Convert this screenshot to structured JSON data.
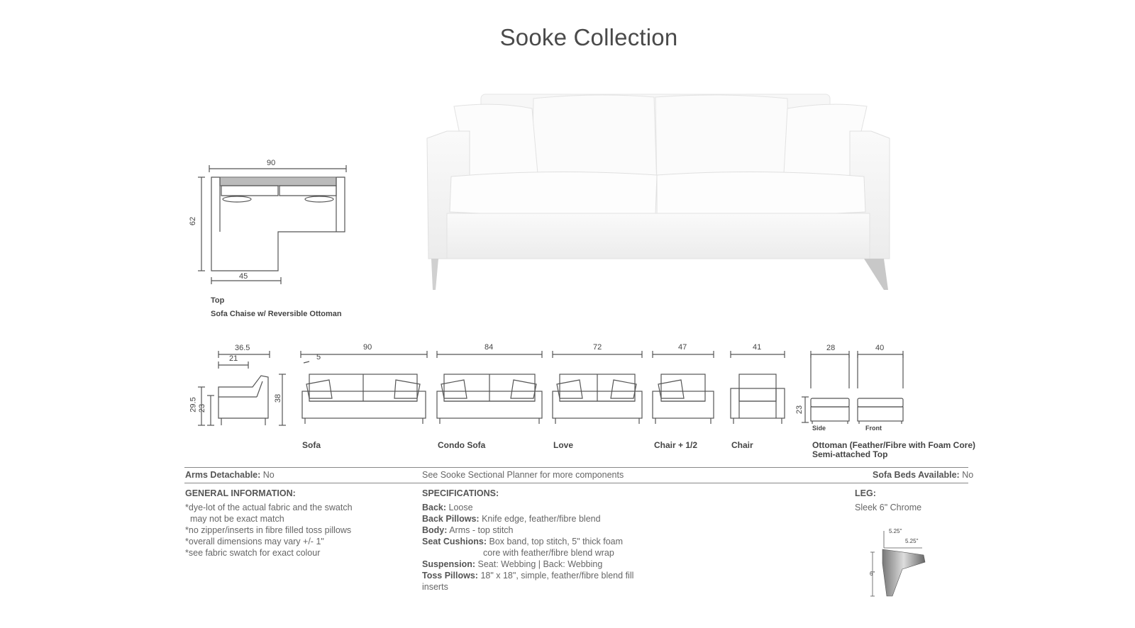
{
  "title": "Sooke Collection",
  "top_diagram": {
    "width": "90",
    "depth": "62",
    "chaise_width": "45",
    "view": "Top",
    "name": "Sofa Chaise w/ Reversible Ottoman"
  },
  "side_view": {
    "depth": "36.5",
    "seat_depth": "21",
    "back_height": "29.5",
    "seat_height": "23",
    "height": "38"
  },
  "pieces": [
    {
      "name": "Sofa",
      "width": "90",
      "arm": "5"
    },
    {
      "name": "Condo Sofa",
      "width": "84"
    },
    {
      "name": "Love",
      "width": "72"
    },
    {
      "name": "Chair + 1/2",
      "width": "47"
    },
    {
      "name": "Chair",
      "width": "41"
    }
  ],
  "ottoman": {
    "side_width": "28",
    "front_width": "40",
    "height": "23",
    "side_label": "Side",
    "front_label": "Front",
    "name_line1": "Ottoman (Feather/Fibre with Foam Core)",
    "name_line2": "Semi-attached Top"
  },
  "bar": {
    "arms_label": "Arms Detachable:",
    "arms_value": "No",
    "center": "See Sooke Sectional Planner for more components",
    "beds_label": "Sofa Beds Available:",
    "beds_value": "No"
  },
  "general": {
    "heading": "GENERAL INFORMATION:",
    "lines": [
      "*dye-lot of the actual fabric and the swatch",
      "  may not be exact match",
      "*no zipper/inserts in fibre filled toss pillows",
      "*overall dimensions may vary +/- 1\"",
      "*see fabric swatch for exact colour"
    ]
  },
  "specs": {
    "heading": "SPECIFICATIONS:",
    "back_label": "Back:",
    "back_value": "Loose",
    "back_pillows_label": "Back Pillows:",
    "back_pillows_value": "Knife edge, feather/fibre blend",
    "body_label": "Body:",
    "body_value": "Arms - top stitch",
    "seat_label": "Seat Cushions:",
    "seat_value1": "Box band, top stitch, 5\" thick foam",
    "seat_value2": "core with feather/fibre blend wrap",
    "suspension_label": "Suspension:",
    "suspension_value": "Seat: Webbing  |  Back: Webbing",
    "toss_label": "Toss Pillows:",
    "toss_value1": "18\" x 18\",  simple, feather/fibre blend fill",
    "toss_value2": "inserts"
  },
  "leg": {
    "heading": "LEG:",
    "value": "Sleek 6\" Chrome",
    "dim_top": "5.25\"",
    "dim_side": "5.25\"",
    "dim_height": "6\""
  }
}
